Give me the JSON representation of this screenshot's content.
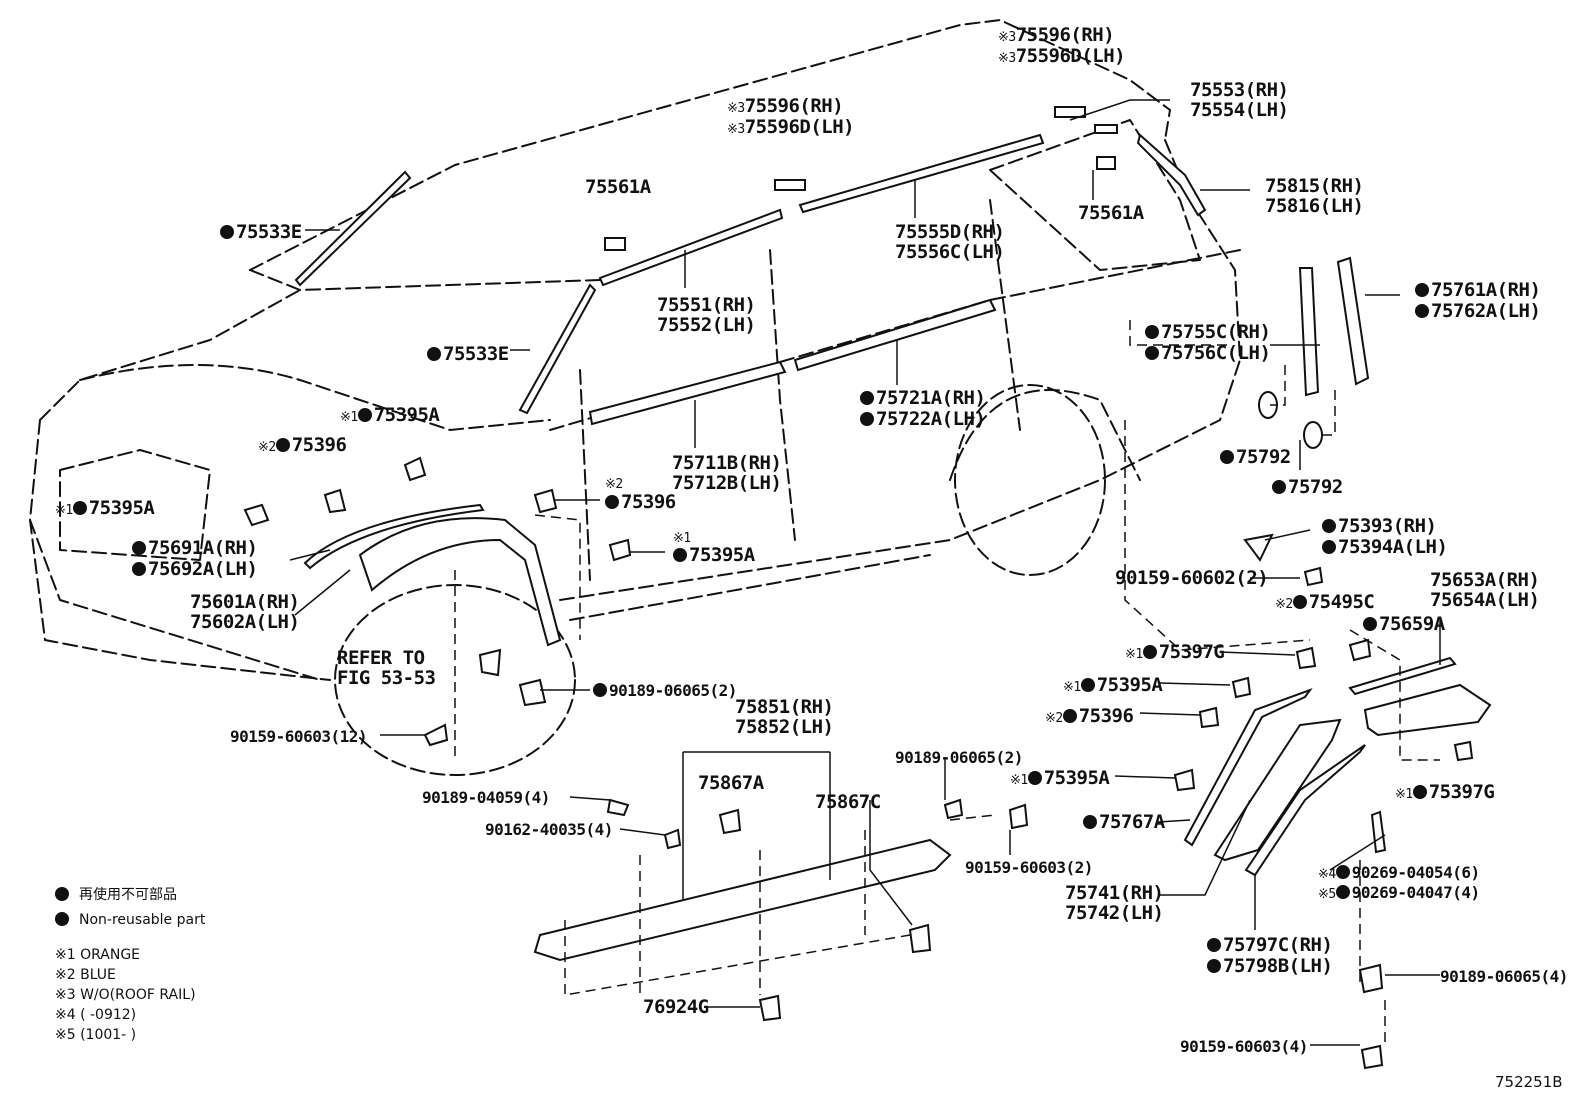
{
  "labels": {
    "p75596_top": {
      "mark": "※3",
      "lines": [
        "75596(RH)"
      ]
    },
    "p75596d_top": {
      "mark": "※3",
      "lines": [
        "75596D(LH)"
      ]
    },
    "p75553": {
      "lines": [
        "75553(RH)",
        "75554(LH)"
      ]
    },
    "p75596_mid": {
      "mark": "※3",
      "lines": [
        "75596(RH)"
      ]
    },
    "p75596d_mid": {
      "mark": "※3",
      "lines": [
        "75596D(LH)"
      ]
    },
    "p75561a_left": {
      "lines": [
        "75561A"
      ]
    },
    "p75815": {
      "lines": [
        "75815(RH)",
        "75816(LH)"
      ]
    },
    "p75561a_right": {
      "lines": [
        "75561A"
      ]
    },
    "p75533e_top": {
      "dot": true,
      "lines": [
        "75533E"
      ]
    },
    "p75555d": {
      "lines": [
        "75555D(RH)",
        "75556C(LH)"
      ]
    },
    "p75761a": {
      "dot": true,
      "lines": [
        "75761A(RH)"
      ]
    },
    "p75762a": {
      "dot": true,
      "lines": [
        "75762A(LH)"
      ]
    },
    "p75551": {
      "lines": [
        "75551(RH)",
        "75552(LH)"
      ]
    },
    "p75755c": {
      "dot": true,
      "lines": [
        "75755C(RH)"
      ]
    },
    "p75756c": {
      "dot": true,
      "lines": [
        "75756C(LH)"
      ]
    },
    "p75533e_mid": {
      "dot": true,
      "lines": [
        "75533E"
      ]
    },
    "p75721a": {
      "dot": true,
      "lines": [
        "75721A(RH)"
      ]
    },
    "p75722a": {
      "dot": true,
      "lines": [
        "75722A(LH)"
      ]
    },
    "p75395a_1": {
      "mark": "※1",
      "dot": true,
      "lines": [
        "75395A"
      ]
    },
    "p75396_1": {
      "mark": "※2",
      "dot": true,
      "lines": [
        "75396"
      ]
    },
    "p75792_1": {
      "dot": true,
      "lines": [
        "75792"
      ]
    },
    "p75711b": {
      "lines": [
        "75711B(RH)",
        "75712B(LH)"
      ]
    },
    "p75792_2": {
      "dot": true,
      "lines": [
        "75792"
      ]
    },
    "p75396_2_mark": {
      "lines": [
        "※2"
      ]
    },
    "p75396_2": {
      "dot": true,
      "lines": [
        "75396"
      ]
    },
    "p75395a_2": {
      "mark": "※1",
      "dot": true,
      "lines": [
        "75395A"
      ]
    },
    "p75393": {
      "dot": true,
      "lines": [
        "75393(RH)"
      ]
    },
    "p75394a": {
      "dot": true,
      "lines": [
        "75394A(LH)"
      ]
    },
    "p75691a": {
      "dot": true,
      "lines": [
        "75691A(RH)"
      ]
    },
    "p75692a": {
      "dot": true,
      "lines": [
        "75692A(LH)"
      ]
    },
    "p75395a_3_mark": {
      "lines": [
        "※1"
      ]
    },
    "p75395a_3": {
      "dot": true,
      "lines": [
        "75395A"
      ]
    },
    "p90159_60602": {
      "lines": [
        "90159-60602(2)"
      ]
    },
    "p75653a": {
      "lines": [
        "75653A(RH)",
        "75654A(LH)"
      ]
    },
    "p75495c": {
      "mark": "※2",
      "dot": true,
      "lines": [
        "75495C"
      ]
    },
    "p75659a": {
      "dot": true,
      "lines": [
        "75659A"
      ]
    },
    "p75601a": {
      "lines": [
        "75601A(RH)",
        "75602A(LH)"
      ]
    },
    "p75397g_1": {
      "mark": "※1",
      "dot": true,
      "lines": [
        "75397G"
      ]
    },
    "p_refer": {
      "lines": [
        "REFER TO",
        "FIG 53-53"
      ]
    },
    "p90189_06065_1": {
      "dot": true,
      "lines": [
        "90189-06065(2)"
      ]
    },
    "p75395a_4": {
      "mark": "※1",
      "dot": true,
      "lines": [
        "75395A"
      ]
    },
    "p75851": {
      "lines": [
        "75851(RH)",
        "75852(LH)"
      ]
    },
    "p75396_3": {
      "mark": "※2",
      "dot": true,
      "lines": [
        "75396"
      ]
    },
    "p90159_60603_12": {
      "lines": [
        "90159-60603(12)"
      ]
    },
    "p90189_06065_2": {
      "lines": [
        "90189-06065(2)"
      ]
    },
    "p75867a": {
      "lines": [
        "75867A"
      ]
    },
    "p75395a_5": {
      "mark": "※1",
      "dot": true,
      "lines": [
        "75395A"
      ]
    },
    "p75867c": {
      "lines": [
        "75867C"
      ]
    },
    "p90189_04059": {
      "lines": [
        "90189-04059(4)"
      ]
    },
    "p75397g_2": {
      "mark": "※1",
      "dot": true,
      "lines": [
        "75397G"
      ]
    },
    "p75767a": {
      "dot": true,
      "lines": [
        "75767A"
      ]
    },
    "p90162_40035": {
      "lines": [
        "90162-40035(4)"
      ]
    },
    "p90159_60603_2": {
      "lines": [
        "90159-60603(2)"
      ]
    },
    "p90269_04054": {
      "mark": "※4",
      "dot": true,
      "lines": [
        "90269-04054(6)"
      ]
    },
    "p90269_04047": {
      "mark": "※5",
      "dot": true,
      "lines": [
        "90269-04047(4)"
      ]
    },
    "p75741": {
      "lines": [
        "75741(RH)",
        "75742(LH)"
      ]
    },
    "p75797c": {
      "dot": true,
      "lines": [
        "75797C(RH)"
      ]
    },
    "p75798b": {
      "dot": true,
      "lines": [
        "75798B(LH)"
      ]
    },
    "p90189_06065_4": {
      "lines": [
        "90189-06065(4)"
      ]
    },
    "p76924g": {
      "lines": [
        "76924G"
      ]
    },
    "p90159_60603_4": {
      "lines": [
        "90159-60603(4)"
      ]
    }
  },
  "legend": {
    "jp": "再使用不可部品",
    "en": "Non-reusable part"
  },
  "notes": [
    "※1 ORANGE",
    "※2 BLUE",
    "※3 W/O(ROOF RAIL)",
    "※4 (      -0912)",
    "※5 (1001-      )"
  ],
  "figure_id": "752251B"
}
